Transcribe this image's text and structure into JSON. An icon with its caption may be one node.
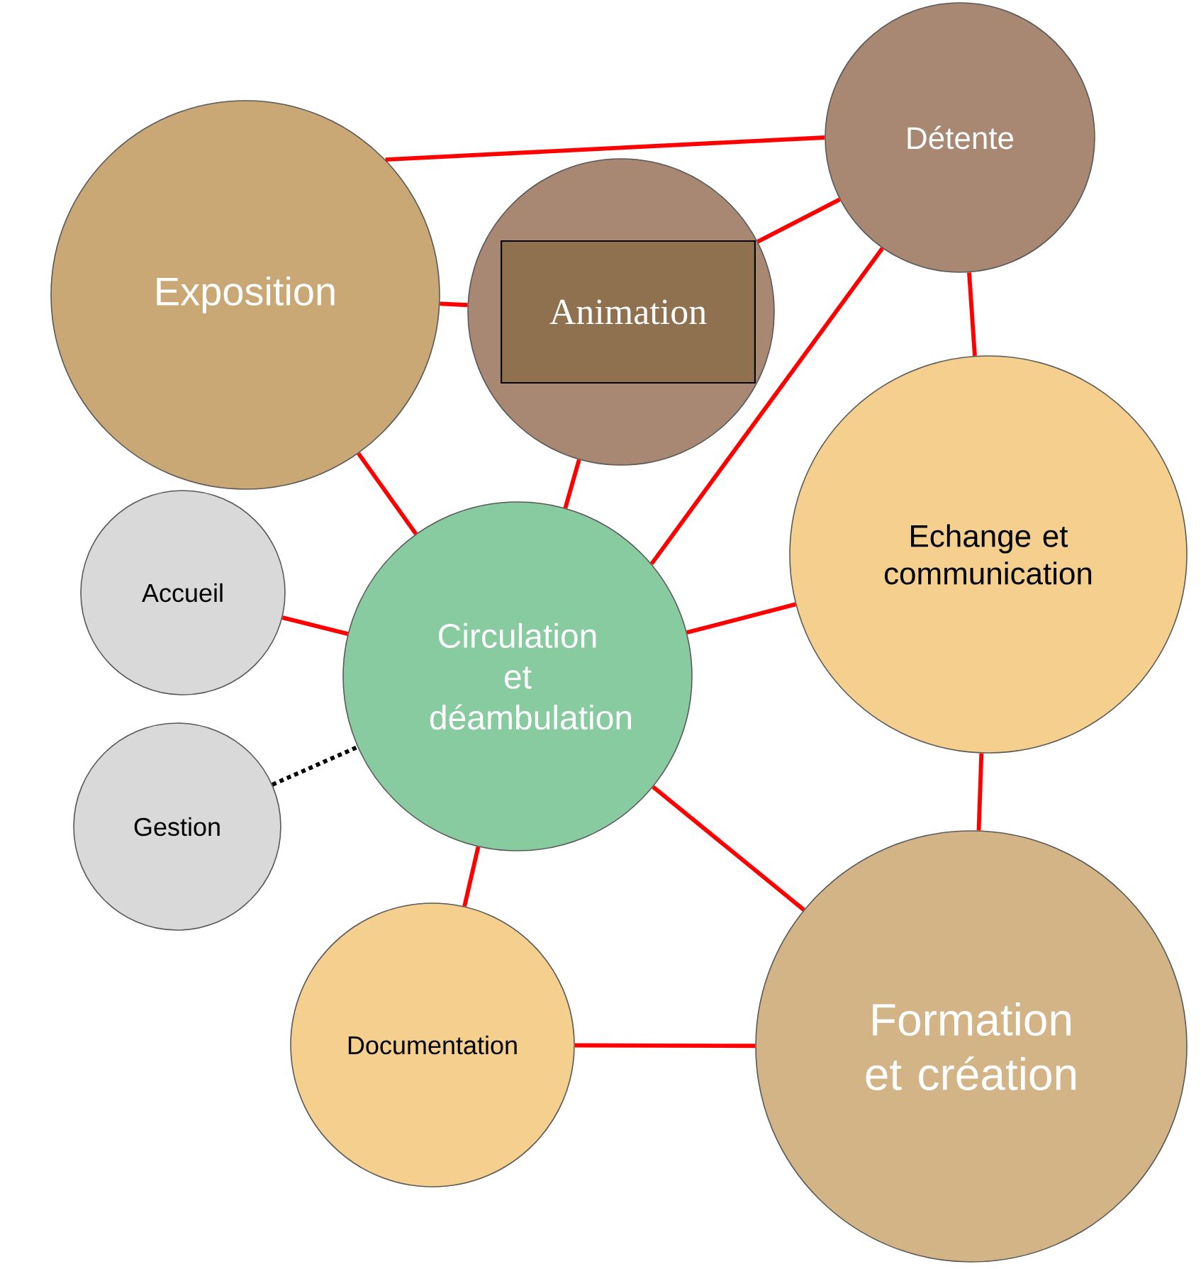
{
  "diagram": {
    "nodes": [
      {
        "text": [
          "Détente"
        ]
      },
      {
        "text": [
          "Exposition"
        ]
      },
      {
        "text": [],
        "shape": "circle"
      },
      {
        "text": [
          "Animation"
        ],
        "in": 2
      },
      {
        "text": [
          "Echange et communication"
        ]
      },
      {
        "text": [
          "Accueil"
        ]
      },
      {
        "text": [
          "Circulation et déambulation"
        ]
      },
      {
        "text": [
          "Gestion"
        ]
      },
      {
        "text": [
          "Documentation"
        ]
      },
      {
        "text": [
          "Formation et création"
        ]
      }
    ],
    "edges": [
      {
        "from": 1,
        "to": 0,
        "arrow": "none"
      },
      {
        "from": 1,
        "to": 2,
        "arrow": "none"
      },
      {
        "from": 2,
        "to": 0,
        "arrow": "none"
      },
      {
        "from": 6,
        "to": 0,
        "arrow": "none"
      },
      {
        "from": 0,
        "to": 4,
        "arrow": "none"
      },
      {
        "from": 1,
        "to": 6,
        "arrow": "none"
      },
      {
        "from": 2,
        "to": 6,
        "arrow": "none"
      },
      {
        "from": 5,
        "to": 6,
        "arrow": "none"
      },
      {
        "from": 7,
        "to": 6,
        "arrow": "none",
        "style": "dashed",
        "color": "#000000"
      },
      {
        "from": 6,
        "to": 4,
        "arrow": "none"
      },
      {
        "from": 4,
        "to": 9,
        "arrow": "none"
      },
      {
        "from": 6,
        "to": 9,
        "arrow": "none"
      },
      {
        "from": 6,
        "to": 8,
        "arrow": "none"
      },
      {
        "from": 8,
        "to": 9,
        "arrow": "none"
      }
    ]
  }
}
